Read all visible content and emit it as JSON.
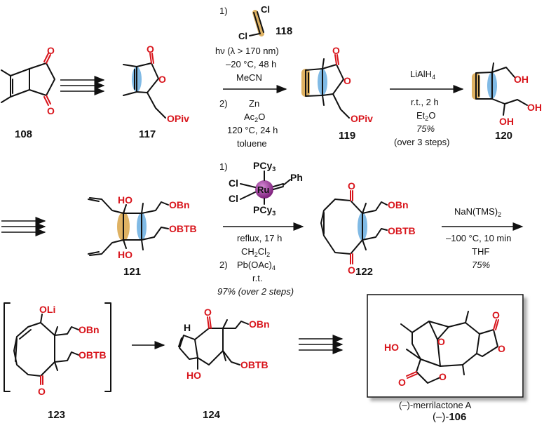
{
  "compounds": {
    "c108": "108",
    "c117": "117",
    "c118": "118",
    "c119": "119",
    "c120": "120",
    "c121": "121",
    "c122": "122",
    "c123": "123",
    "c124": "124",
    "c106_prefix": "(–)-",
    "c106_num": "106",
    "c106_name": "(–)-merrilactone A"
  },
  "atoms": {
    "O": "O",
    "OPiv": "OPiv",
    "OH": "OH",
    "OBn": "OBn",
    "OBTB": "OBTB",
    "HO": "HO",
    "OLi": "OLi",
    "Cl": "Cl",
    "PCy": "PCy",
    "sub3": "3",
    "Ru": "Ru",
    "Ph": "Ph",
    "H": "H"
  },
  "step1": {
    "index1": "1)",
    "hv": "hν (λ > 170 nm)",
    "temp": "–20 °C, 48 h",
    "solvent": "MeCN",
    "index2": "2)",
    "reagent2a": "Zn",
    "reagent2b": "Ac",
    "reagent2b_sub": "2",
    "reagent2b_tail": "O",
    "temp2": "120 °C, 24 h",
    "solvent2": "toluene"
  },
  "step2": {
    "reagent": "LiAlH",
    "reagent_sub": "4",
    "cond": "r.t., 2 h",
    "solvent": "Et",
    "solvent_sub": "2",
    "solvent_tail": "O",
    "yield": "75%",
    "note": "(over 3 steps)"
  },
  "step3": {
    "index1": "1)",
    "cond1": "reflux, 17 h",
    "solvent": "CH",
    "solvent_sub1": "2",
    "solvent_mid": "Cl",
    "solvent_sub2": "2",
    "index2": "2)",
    "reagent2": "Pb(OAc)",
    "reagent2_sub": "4",
    "cond2": "r.t.",
    "yield": "97% (over 2 steps)"
  },
  "step4": {
    "reagent": "NaN(TMS)",
    "reagent_sub": "2",
    "cond": "–100 °C, 10 min",
    "solvent": "THF",
    "yield": "75%"
  },
  "colors": {
    "oxygen": "#d8141b",
    "highlight_orange": "#d9a548",
    "highlight_blue": "#6aaee0",
    "ruthenium": "#8e2a8c"
  }
}
